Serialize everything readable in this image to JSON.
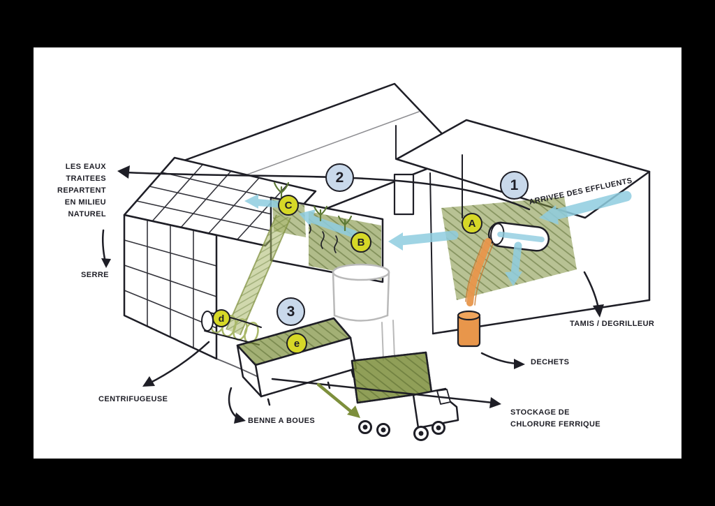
{
  "diagram": {
    "labels": {
      "treated_water": "LES EAUX TRAITEES REPARTENT EN MILIEU NATUREL",
      "serre": "SERRE",
      "centrifugeuse": "CENTRIFUGEUSE",
      "benne_a_boues": "BENNE A BOUES",
      "stockage": "STOCKAGE DE CHLORURE FERRIQUE",
      "dechets": "DECHETS",
      "tamis_degrilleur": "TAMIS / DEGRILLEUR",
      "arrivee_effluents": "ARRIVEE DES EFFLUENTS"
    },
    "markers": {
      "step_1": "1",
      "step_2": "2",
      "step_3": "3",
      "point_a": "A",
      "point_b": "B",
      "point_c": "C",
      "point_d": "d",
      "point_e": "e"
    },
    "colors": {
      "background": "#000000",
      "paper": "#ffffff",
      "ink": "#1e1e26",
      "water_flow": "#8fcde0",
      "vegetation": "#7d8f3c",
      "step_marker": "#c9d9eb",
      "point_marker": "#d6d827",
      "pipe_orange": "#e8964b"
    }
  }
}
